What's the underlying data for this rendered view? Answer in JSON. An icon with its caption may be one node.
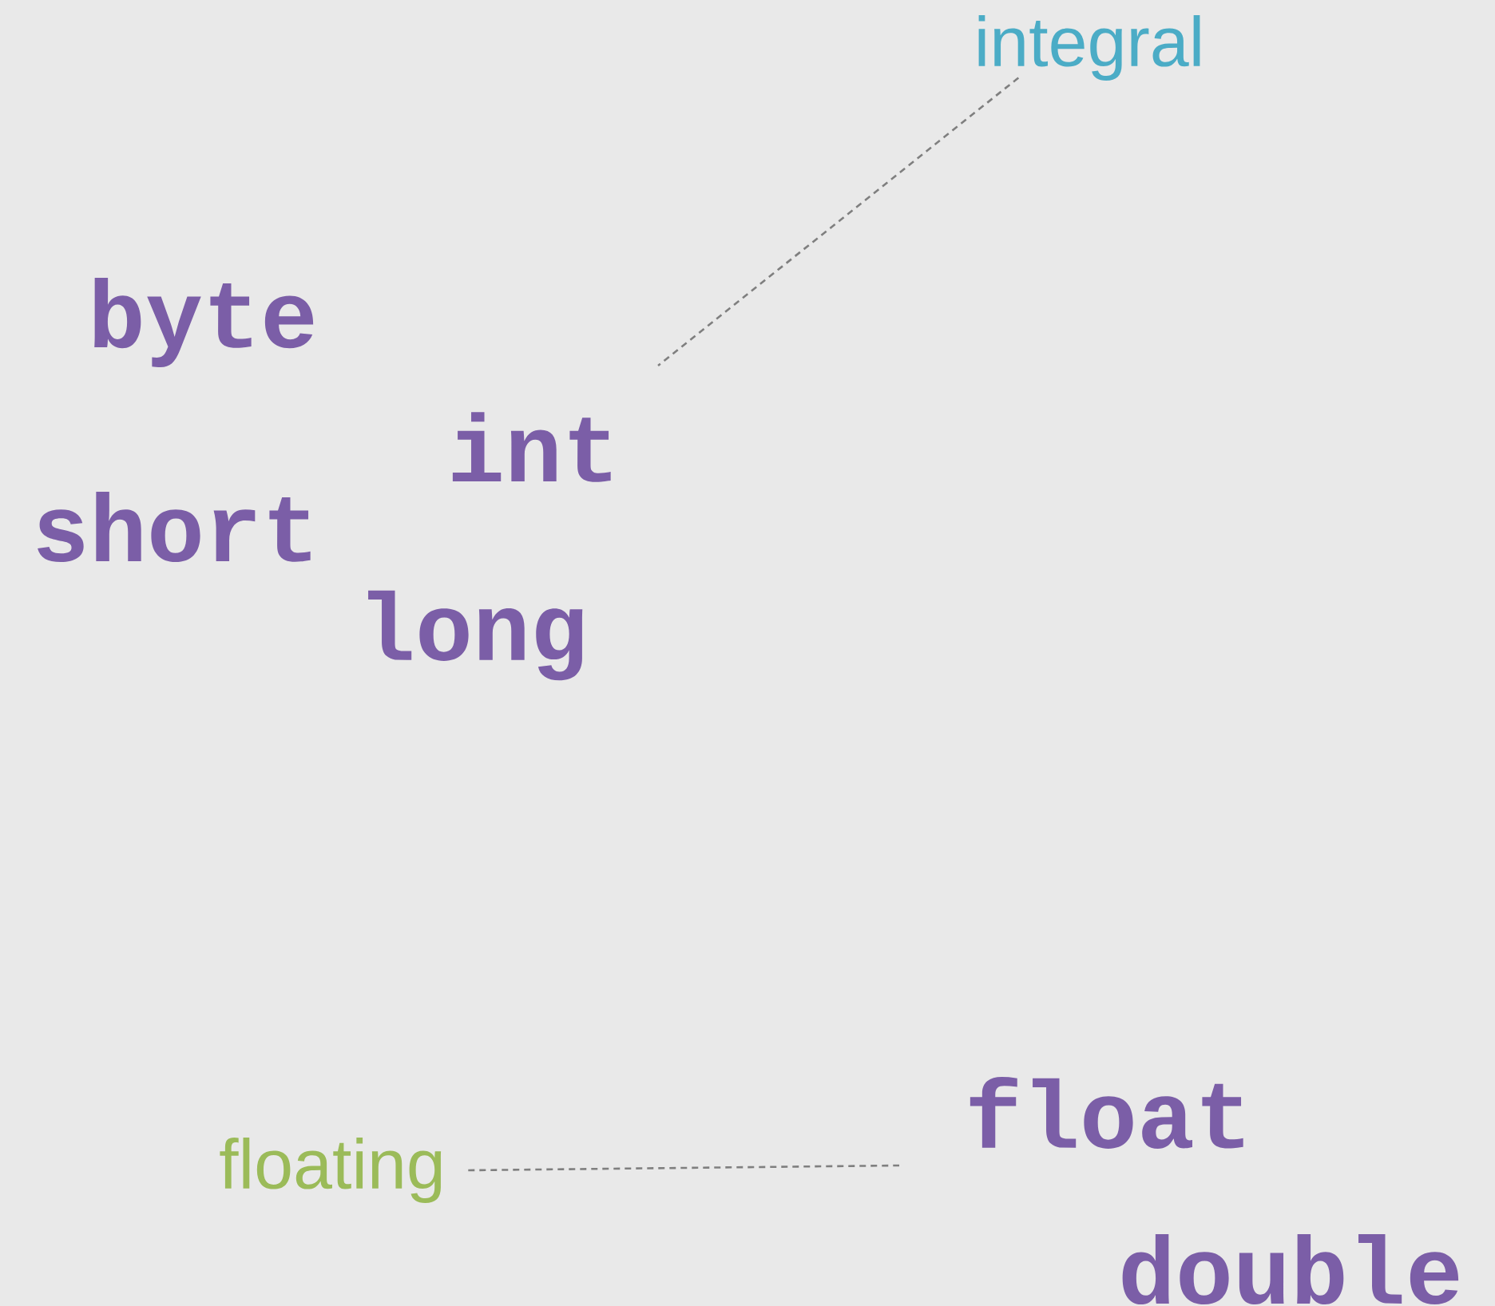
{
  "diagram": {
    "nodes": [
      {
        "text": [
          "integral"
        ]
      },
      {
        "text": [
          "byte"
        ]
      },
      {
        "text": [
          "int"
        ]
      },
      {
        "text": [
          "short"
        ]
      },
      {
        "text": [
          "long"
        ]
      },
      {
        "text": [
          "floating"
        ]
      },
      {
        "text": [
          "float"
        ]
      },
      {
        "text": [
          "double"
        ]
      }
    ],
    "edges": [
      {
        "from": 0,
        "to": null,
        "arrow": "none",
        "style": "dashed"
      },
      {
        "from": 5,
        "to": null,
        "arrow": "none",
        "style": "dashed"
      }
    ]
  }
}
